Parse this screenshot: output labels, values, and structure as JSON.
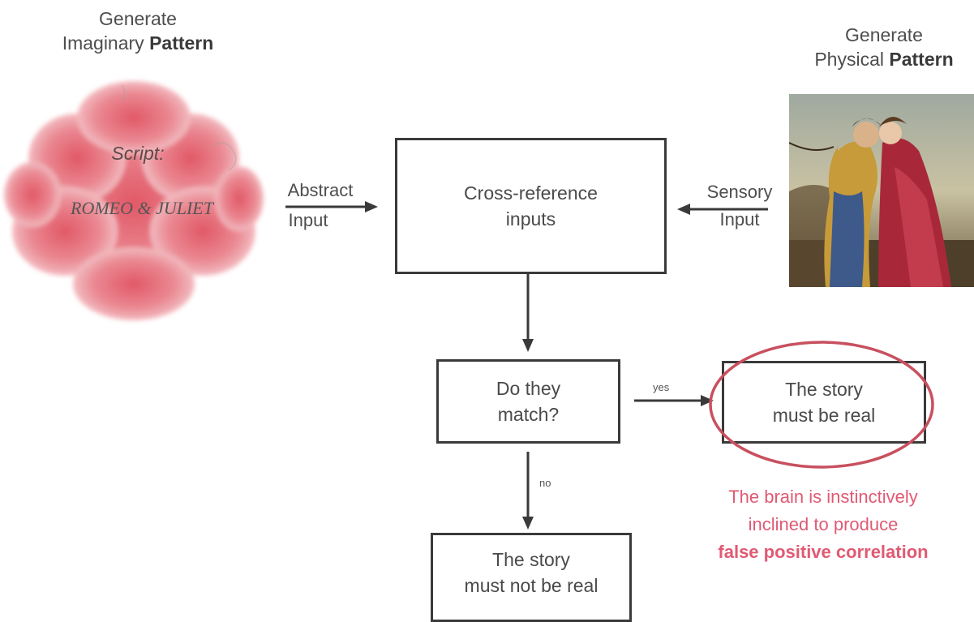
{
  "left_pattern": {
    "line1": "Generate",
    "line2_pre": "Imaginary ",
    "line2_bold": "Pattern"
  },
  "right_pattern": {
    "line1": "Generate",
    "line2_pre": "Physical ",
    "line2_bold": "Pattern"
  },
  "script_bubble": {
    "label": "Script:",
    "title": "ROMEO & JULIET"
  },
  "abstract_input": {
    "line1": "Abstract",
    "line2": "Input"
  },
  "sensory_input": {
    "line1": "Sensory",
    "line2": "Input"
  },
  "boxes": {
    "cross_reference": {
      "line1": "Cross-reference",
      "line2": "inputs"
    },
    "match": {
      "line1": "Do they",
      "line2": "match?"
    },
    "real": {
      "line1": "The story",
      "line2": "must be real"
    },
    "not_real": {
      "line1": "The story",
      "line2": "must not be real"
    }
  },
  "edge_labels": {
    "yes": "yes",
    "no": "no"
  },
  "annotation": {
    "line1": "The brain is instinctively",
    "line2": "inclined to produce",
    "line3": "false positive correlation"
  },
  "colors": {
    "accent": "#e05a73",
    "bubble": "#e8707c",
    "box_border": "#3a3a3a"
  }
}
